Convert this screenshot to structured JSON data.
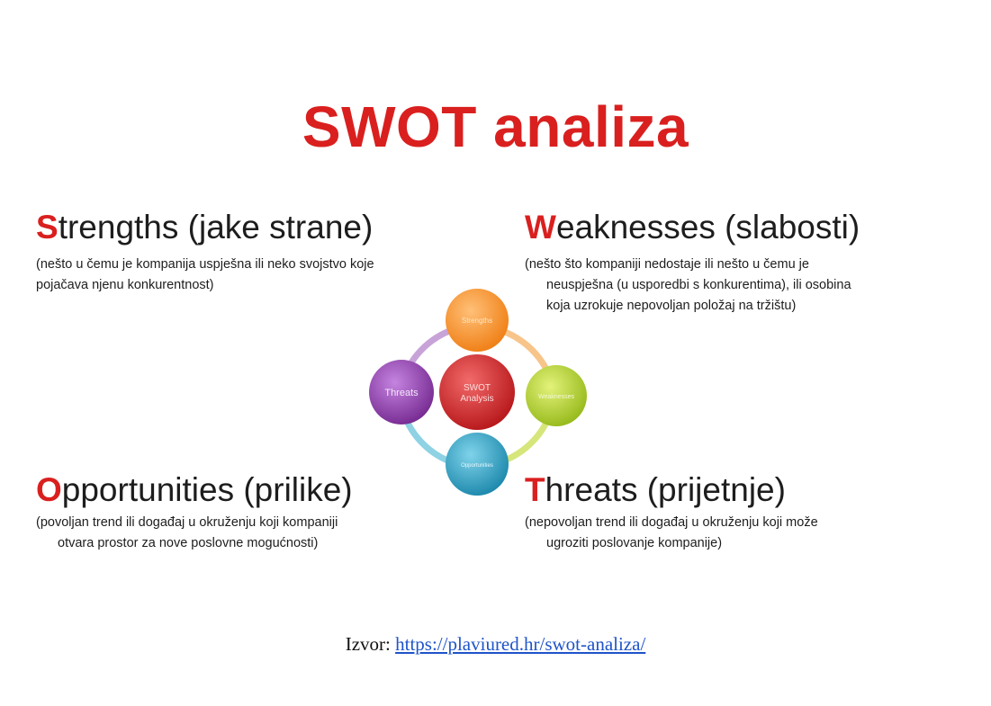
{
  "title": "SWOT analiza",
  "quadrants": {
    "strengths": {
      "initial": "S",
      "heading_rest": "trengths (jake strane)",
      "lines": [
        "(nešto u čemu je kompanija uspješna ili neko svojstvo koje",
        "pojačava njenu konkurentnost)"
      ]
    },
    "weaknesses": {
      "initial": "W",
      "heading_rest": "eaknesses (slabosti)",
      "lines": [
        "(nešto što kompaniji nedostaje ili nešto u čemu je",
        "neuspješna  (u usporedbi s konkurentima),  ili osobina",
        "koja uzrokuje  nepovoljan  položaj na tržištu)"
      ]
    },
    "opportunities": {
      "initial": "O",
      "heading_rest": "pportunities (prilike)",
      "lines": [
        "(povoljan trend ili događaj u okruženju  koji kompaniji",
        "otvara prostor za nove poslovne mogućnosti)"
      ]
    },
    "threats": {
      "initial": "T",
      "heading_rest": "hreats (prijetnje)",
      "lines": [
        "(nepovoljan  trend ili događaj u okruženju  koji može",
        "ugroziti poslovanje kompanije)"
      ]
    }
  },
  "diagram": {
    "center_line1": "SWOT",
    "center_line2": "Analysis",
    "top_label": "Strengths",
    "right_label": "Weaknesses",
    "bottom_label": "Opportunities",
    "left_label": "Threats",
    "colors": {
      "center": "#d8262a",
      "top": "#f4922a",
      "right": "#b3cf2a",
      "bottom": "#2fa2c4",
      "left": "#8b3fa8"
    }
  },
  "source": {
    "prefix": "Izvor: ",
    "link_text": "https://plaviured.hr/swot-analiza/"
  }
}
